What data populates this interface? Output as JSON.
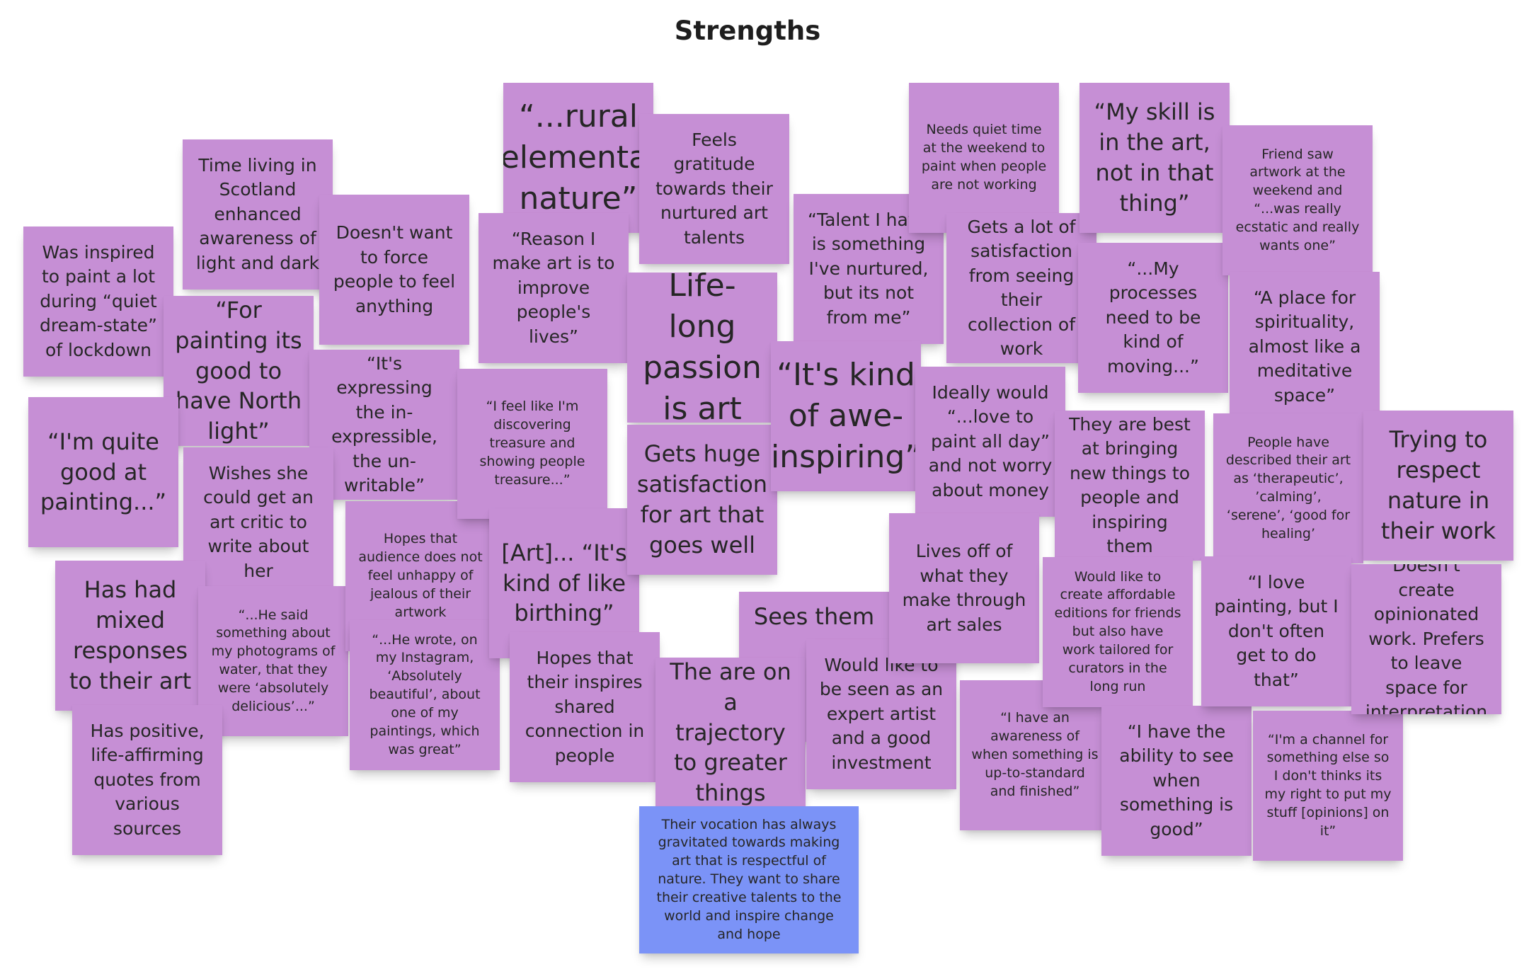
{
  "board": {
    "title": "Strengths",
    "colors": {
      "sticky_purple": "#c68fd5",
      "sticky_blue": "#7b93f7",
      "background": "#ffffff"
    }
  },
  "notes": {
    "n01": "Time living in Scotland enhanced awareness of light and dark",
    "n02": "Was inspired to paint a lot during “quiet dream-state” of lockdown",
    "n03": "Doesn't want to force people to feel anything",
    "n04": "“For painting its good to have North light”",
    "n05": "“I'm quite good at painting...”",
    "n06": "“It's expressing the in-expressible, the un-writable”",
    "n07": "Wishes she could get an art critic to write about her",
    "n08": "Has had mixed responses to their art",
    "n09": "“...He said something about my photograms of water, that they were ‘absolutely delicious’...”",
    "n10": "Has positive, life-affirming quotes from various sources",
    "n11": "Hopes that audience does not feel unhappy of jealous of their artwork",
    "n12": "“...He wrote, on my Instagram, ‘Absolutely beautiful’, about one of my paintings, which was great”",
    "n13": "“...rural elemental nature”",
    "n14": "“Reason I make art is to improve people's lives”",
    "n15": "“I feel like I'm discovering treasure and showing people treasure...”",
    "n16": "[Art]... “It's kind of like birthing”",
    "n17": "Hopes that their inspires shared connection in people",
    "n18": "Feels gratitude towards their nurtured art talents",
    "n19": "Life-long passion is art",
    "n20": "Gets huge satisfaction for art that goes well",
    "n21": "Sees them",
    "n22": "The are on a trajectory to greater things",
    "n23": "Their vocation has always gravitated towards making art that is respectful of nature. They want to share their creative talents to the world and inspire change and hope",
    "n24": "“Talent I have is something I've nurtured, but its not from me”",
    "n25": "“It's kind of awe-inspiring”",
    "n26": "Would like to be seen as an expert artist and a good investment",
    "n27": "Needs quiet time at the weekend to paint when people are not working",
    "n28": "Gets a lot of satisfaction from seeing their collection of work",
    "n29": "Ideally would “...love to paint all day” and not worry about money",
    "n30": "Lives off of what they make through art sales",
    "n31": "“I have an awareness of when something is up-to-standard and finished”",
    "n32": "“My skill is in the art, not in that thing”",
    "n33": "“...My processes need to be kind of moving...”",
    "n34": "They are best at bringing new things to people and inspiring them",
    "n35": "Would like to create affordable editions for friends but also have work tailored for curators in the long run",
    "n36": "“I have the ability to see when something is good”",
    "n37": "Friend saw artwork at the weekend and “...was really ecstatic and really wants one”",
    "n38": "“A place for spirituality, almost like a meditative space”",
    "n39": "People have described their art as ‘therapeutic’, ’calming’, ‘serene’, ‘good for healing’",
    "n40": "“I love painting, but I don't often get to do that”",
    "n41": "“I'm a channel for something else so I don't thinks its my right to put my stuff [opinions] on it”",
    "n42": "Trying to respect nature in their work",
    "n43": "Doesn't create opinionated work. Prefers to leave space for interpretation"
  }
}
